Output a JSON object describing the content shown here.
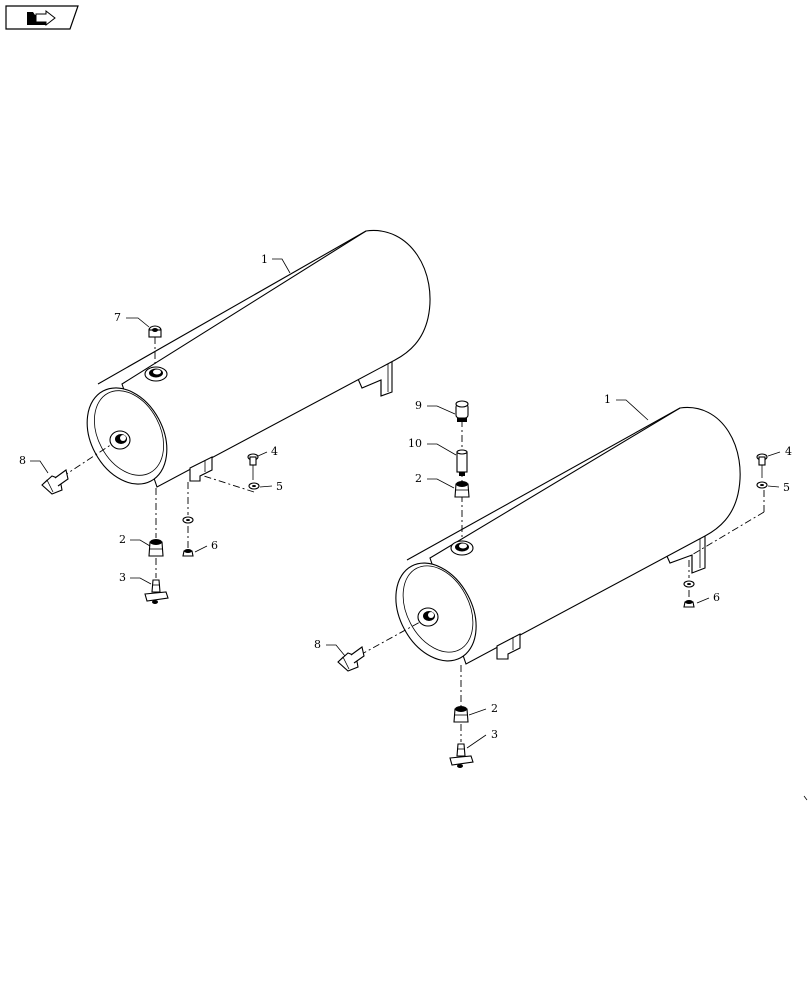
{
  "nav": {
    "icon": "folder-arrow-icon"
  },
  "callouts": {
    "left": {
      "tank": "1",
      "plug_top": "7",
      "fitting_end": "8",
      "bolt": "4",
      "washer": "5",
      "nut": "6",
      "adapter": "2",
      "valve": "3"
    },
    "right": {
      "tank": "1",
      "cap": "9",
      "spacer": "10",
      "adapter_top": "2",
      "bolt": "4",
      "washer": "5",
      "nut": "6",
      "fitting_end": "8",
      "adapter_bottom": "2",
      "valve": "3"
    }
  }
}
